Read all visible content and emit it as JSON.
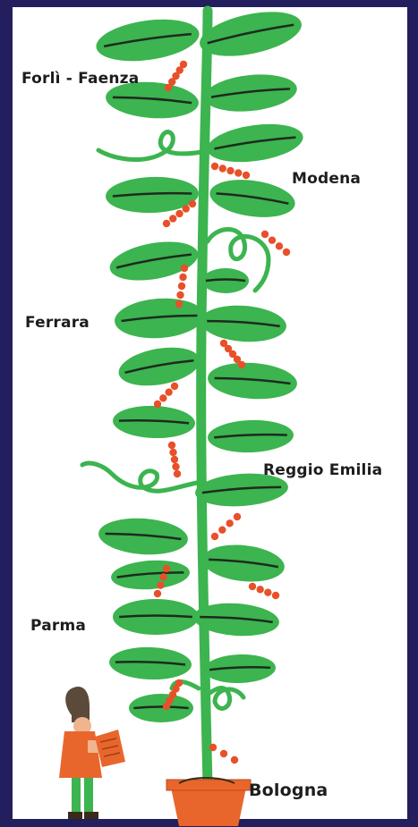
{
  "labels": {
    "forli_faenza": "Forlì - Faenza",
    "modena": "Modena",
    "ferrara": "Ferrara",
    "reggio_emilia": "Reggio Emilia",
    "parma": "Parma",
    "bologna": "Bologna"
  },
  "colors": {
    "frame": "#231e5e",
    "background": "#ffffff",
    "leaf": "#3cb44f",
    "leaf_vein": "#1d2b1f",
    "stem": "#3cb44f",
    "bead": "#e8502a",
    "pot": "#e8662c",
    "text": "#1d1d1d"
  },
  "icons": {
    "plant": "beanstalk-icon",
    "pot": "flower-pot-icon",
    "character": "gnome-reading-book-icon"
  }
}
